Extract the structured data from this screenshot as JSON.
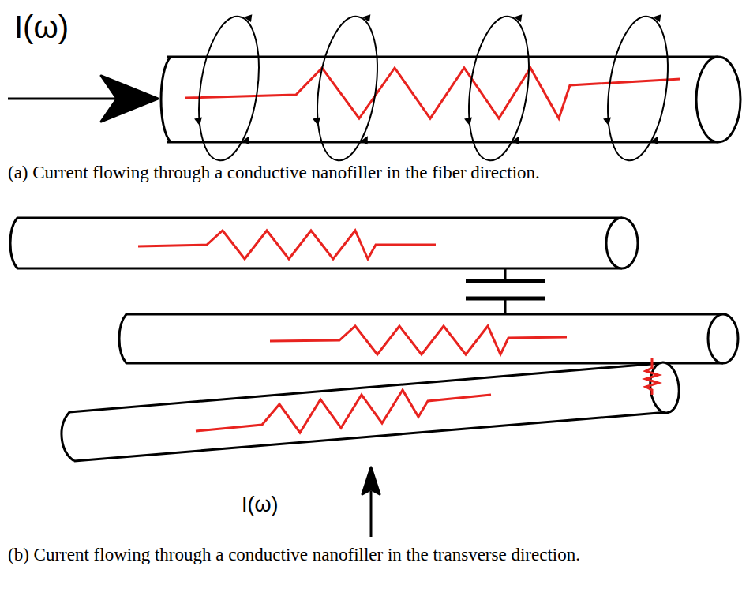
{
  "diagram": {
    "labels": [
      "I(ω)",
      "(a) Current flowing through a conductive nanofiller in the fiber direction.",
      "I(ω)",
      "(b) Current flowing through a conductive nanofiller in the transverse direction."
    ]
  }
}
